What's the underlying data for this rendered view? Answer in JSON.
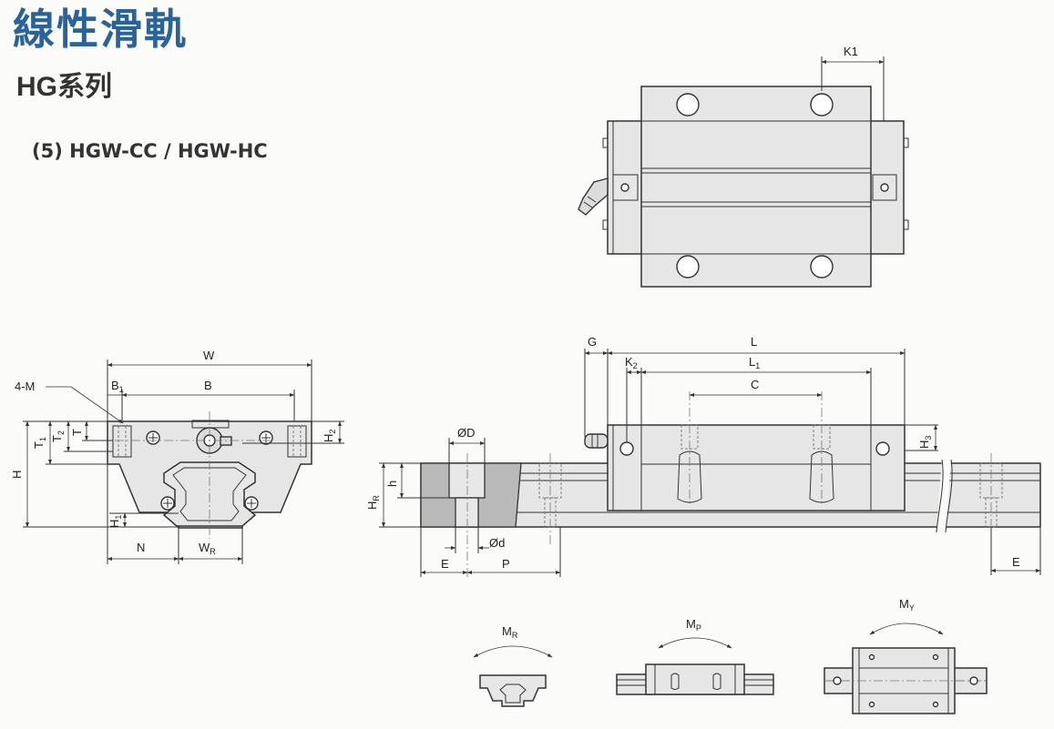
{
  "title": "線性滑軌",
  "subtitle": "HG系列",
  "model": "(5) HGW-CC / HGW-HC",
  "colors": {
    "title": "#29639a",
    "line": "#333333",
    "body": "#e6e6e6",
    "section": "#b9b9b9"
  },
  "labels": {
    "k1": "K1",
    "w": "W",
    "four_m": "4-M",
    "b1": "B",
    "b1_sub": "1",
    "b": "B",
    "h": "H",
    "t1": "T",
    "t1_sub": "1",
    "t2": "T",
    "t2_sub": "2",
    "t": "T",
    "h2": "H",
    "h2_sub": "2",
    "h1": "H",
    "h1_sub": "1",
    "n": "N",
    "wr": "W",
    "wr_sub": "R",
    "g": "G",
    "l": "L",
    "k2": "K",
    "k2_sub": "2",
    "l1": "L",
    "l1_sub": "1",
    "c": "C",
    "h3": "H",
    "h3_sub": "3",
    "od": "ØD",
    "hr": "H",
    "hr_sub": "R",
    "h_small": "h",
    "d_small": "Ød",
    "e_left": "E",
    "p": "P",
    "e_right": "E",
    "mr": "M",
    "mr_sub": "R",
    "mp": "M",
    "mp_sub": "P",
    "my": "M",
    "my_sub": "Y"
  }
}
